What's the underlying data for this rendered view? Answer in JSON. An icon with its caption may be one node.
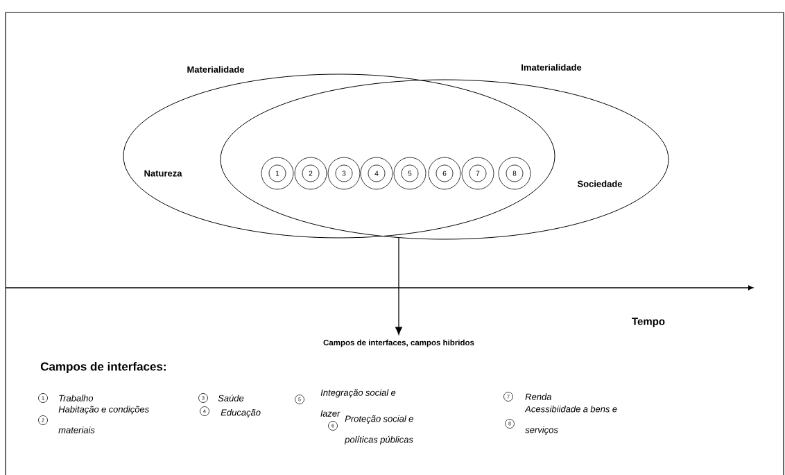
{
  "diagram": {
    "nodes": [
      {
        "text": [
          "Materialidade",
          "Natureza"
        ]
      },
      {
        "text": [
          "Imaterialidade",
          "Sociedade"
        ]
      },
      {
        "text": [
          "1"
        ]
      },
      {
        "text": [
          "2"
        ]
      },
      {
        "text": [
          "3"
        ]
      },
      {
        "text": [
          "4"
        ]
      },
      {
        "text": [
          "5"
        ]
      },
      {
        "text": [
          "6"
        ]
      },
      {
        "text": [
          "7"
        ]
      },
      {
        "text": [
          "8"
        ]
      },
      {
        "text": [
          "Campos de interfaces, campos hibridos"
        ]
      }
    ],
    "edges": [
      {
        "from": 1,
        "to": 10,
        "arrow": "to"
      }
    ],
    "labels": [
      "Tempo",
      "Campos de interfaces:",
      "1",
      "Trabalho",
      "3",
      "Saúde",
      "5",
      "Integração social e lazer",
      "7",
      "Renda",
      "2",
      "Habitação e condições materiais",
      "4",
      "Educação",
      "6",
      "Proteção social e políticas públicas",
      "8",
      "Acessibiidade a bens e serviços"
    ]
  }
}
